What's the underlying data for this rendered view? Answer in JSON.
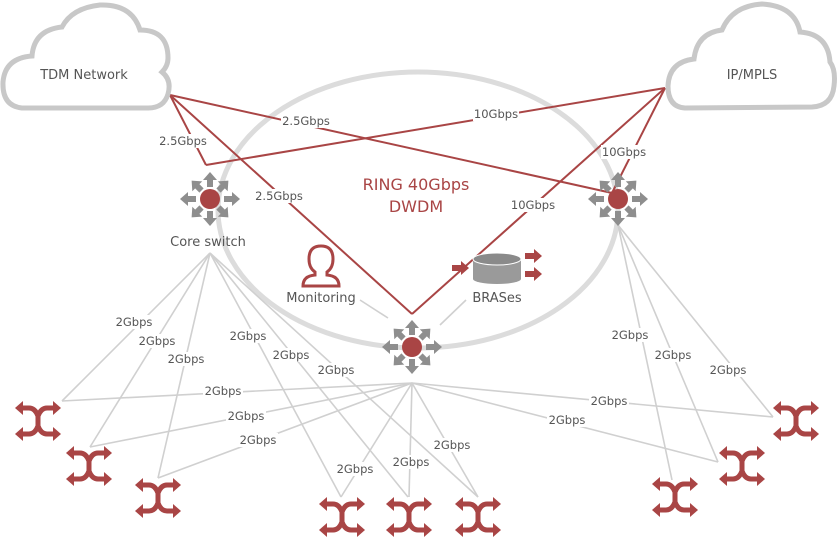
{
  "colors": {
    "accent": "#a94545",
    "link_gray": "#d0d0d0",
    "icon_gray": "#8e8e8e",
    "cloud_gray": "#c8c8c8"
  },
  "clouds": [
    {
      "id": "tdm",
      "label": "TDM Network"
    },
    {
      "id": "ipmpls",
      "label": "IP/MPLS"
    }
  ],
  "ring": {
    "line1": "RING 40Gbps",
    "line2": "DWDM"
  },
  "nodes": {
    "core_switch": {
      "label": "Core switch",
      "icon": "switch-icon"
    },
    "right_switch": {
      "icon": "switch-icon"
    },
    "bottom_switch": {
      "icon": "switch-icon"
    },
    "monitoring": {
      "label": "Monitoring",
      "icon": "user-icon"
    },
    "brases": {
      "label": "BRASes",
      "icon": "database-icon"
    }
  },
  "red_links": {
    "tdm_to_core": "2.5Gbps",
    "tdm_to_right": "2.5Gbps",
    "tdm_to_bottom": "2.5Gbps",
    "ip_to_core": "10Gbps",
    "ip_to_right": "10Gbps",
    "ip_to_bottom": "10Gbps"
  },
  "access_links": {
    "core_a": "2Gbps",
    "core_b": "2Gbps",
    "core_c": "2Gbps",
    "core_d": "2Gbps",
    "core_e": "2Gbps",
    "core_f": "2Gbps",
    "bottom_a": "2Gbps",
    "bottom_b": "2Gbps",
    "bottom_c": "2Gbps",
    "bottom_d": "2Gbps",
    "bottom_e": "2Gbps",
    "bottom_f": "2Gbps",
    "bottom_g": "2Gbps",
    "bottom_h": "2Gbps",
    "right_a": "2Gbps",
    "right_b": "2Gbps",
    "right_c": "2Gbps"
  },
  "access_nodes": {
    "count": 9,
    "icon": "cross-connect-icon"
  }
}
